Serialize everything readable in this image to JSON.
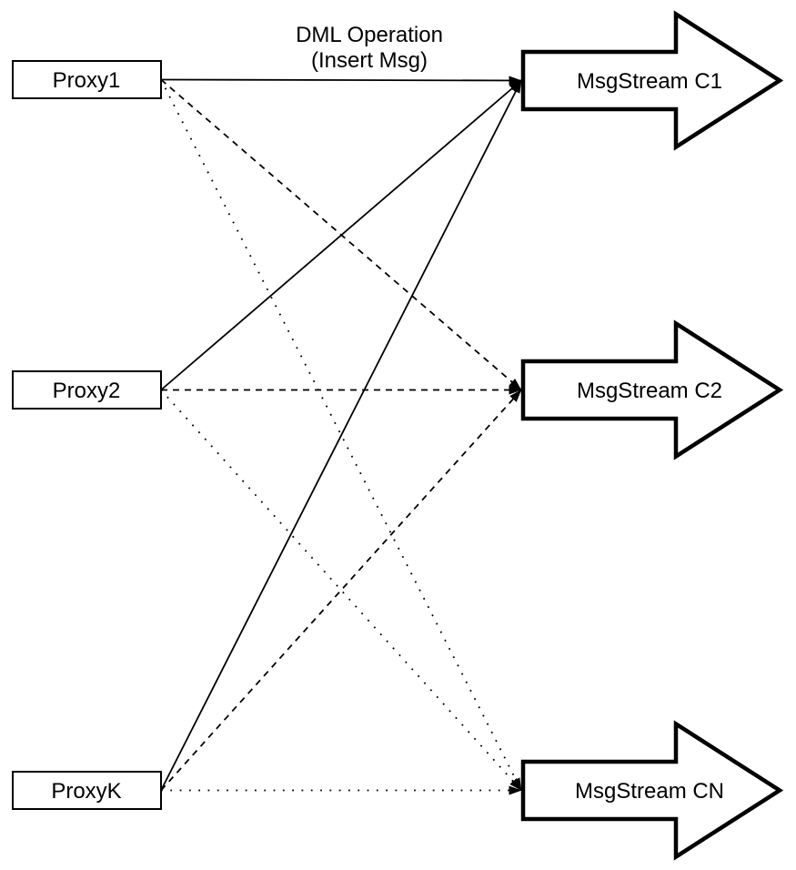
{
  "title": {
    "line1": "DML Operation",
    "line2": "(Insert Msg)"
  },
  "proxies": [
    {
      "id": "proxy1",
      "label": "Proxy1"
    },
    {
      "id": "proxy2",
      "label": "Proxy2"
    },
    {
      "id": "proxyk",
      "label": "ProxyK"
    }
  ],
  "streams": [
    {
      "id": "c1",
      "label": "MsgStream C1"
    },
    {
      "id": "c2",
      "label": "MsgStream C2"
    },
    {
      "id": "cn",
      "label": "MsgStream CN"
    }
  ],
  "connections": [
    {
      "from": "proxy1",
      "to": "c1",
      "style": "solid"
    },
    {
      "from": "proxy1",
      "to": "c2",
      "style": "dashed"
    },
    {
      "from": "proxy1",
      "to": "cn",
      "style": "dotted"
    },
    {
      "from": "proxy2",
      "to": "c1",
      "style": "solid"
    },
    {
      "from": "proxy2",
      "to": "c2",
      "style": "dashed"
    },
    {
      "from": "proxy2",
      "to": "cn",
      "style": "dotted"
    },
    {
      "from": "proxyk",
      "to": "c1",
      "style": "solid"
    },
    {
      "from": "proxyk",
      "to": "c2",
      "style": "dashed"
    },
    {
      "from": "proxyk",
      "to": "cn",
      "style": "dotted"
    }
  ],
  "colors": {
    "stroke": "#000000",
    "fill": "#ffffff",
    "background": "#ffffff"
  }
}
